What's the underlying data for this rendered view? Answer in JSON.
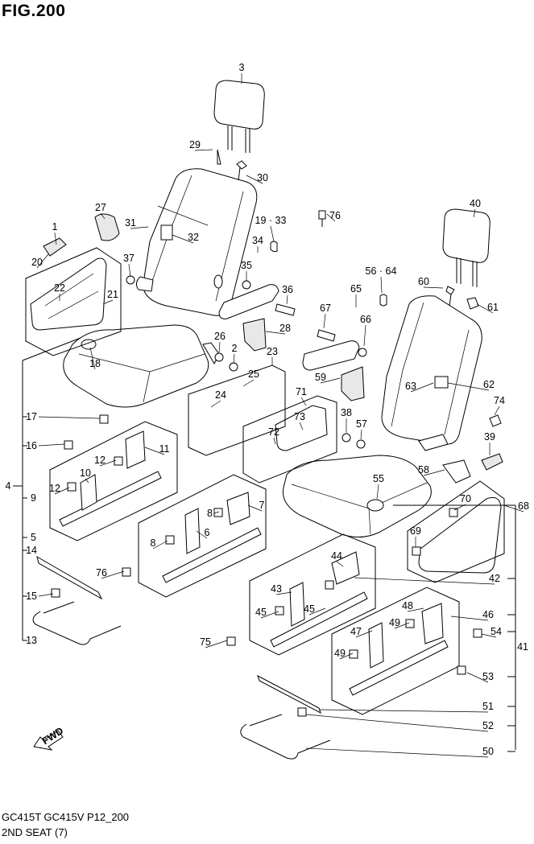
{
  "figure": {
    "title": "FIG.200",
    "model_code": "GC415T GC415V P12_200",
    "section_name": "2ND SEAT (7)",
    "fwd_label": "FWD"
  },
  "callouts": [
    "1",
    "2",
    "3",
    "4",
    "5",
    "6",
    "7",
    "8",
    "8",
    "9",
    "10",
    "11",
    "12",
    "12",
    "13",
    "14",
    "15",
    "16",
    "17",
    "18",
    "19 · 33",
    "20",
    "21",
    "22",
    "23",
    "24",
    "25",
    "26",
    "27",
    "28",
    "29",
    "30",
    "31",
    "32",
    "34",
    "35",
    "36",
    "37",
    "38",
    "39",
    "40",
    "41",
    "42",
    "43",
    "44",
    "45",
    "45",
    "46",
    "47",
    "48",
    "49",
    "49",
    "50",
    "51",
    "52",
    "53",
    "54",
    "55",
    "56 · 64",
    "57",
    "58",
    "59",
    "60",
    "61",
    "62",
    "63",
    "65",
    "66",
    "67",
    "68",
    "69",
    "70",
    "71",
    "72",
    "73",
    "74",
    "75",
    "76",
    "76"
  ]
}
